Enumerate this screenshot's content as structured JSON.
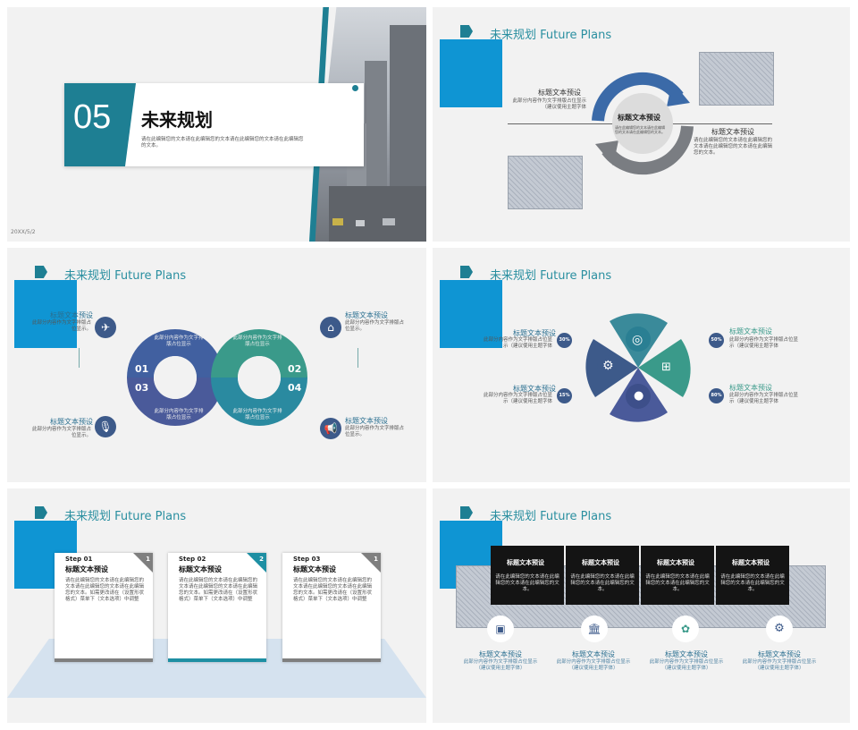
{
  "slide1": {
    "number": "05",
    "title": "未来规划",
    "body": "请在此编辑您的文本请在此编辑您的文本请在此编辑您的文本请在此编辑您的文本。",
    "date": "20XX/5/2"
  },
  "section_title": "未来规划 Future Plans",
  "slide2": {
    "center_title": "标题文本预设",
    "center_text": "请在此编辑您的文本请在此编辑您的文本请在此编辑您的文本。",
    "left_title": "标题文本预设",
    "left_text": "此部分内容作为文字排版占位显示（建议使用主题字体",
    "right_title": "标题文本预设",
    "right_text": "请在此编辑您的文本请在此编辑您的文本请在此编辑您的文本请在此编辑您的文本。"
  },
  "slide3": {
    "left_top_title": "标题文本预设",
    "left_top_text": "此部分内容作为文字排版占位显示。",
    "left_bottom_title": "标题文本预设",
    "left_bottom_text": "此部分内容作为文字排版占位显示。",
    "right_top_title": "标题文本预设",
    "right_top_text": "此部分内容作为文字排版占位显示。",
    "right_bottom_title": "标题文本预设",
    "right_bottom_text": "此部分内容作为文字排版占位显示。",
    "segments": [
      {
        "num": "01",
        "text": "此部分内容作为文字排版占位显示",
        "color": "#4160a0"
      },
      {
        "num": "02",
        "text": "此部分内容作为文字排版占位显示",
        "color": "#3a9a8a"
      },
      {
        "num": "03",
        "text": "此部分内容作为文字排版占位显示",
        "color": "#4a5a9a"
      },
      {
        "num": "04",
        "text": "此部分内容作为文字排版占位显示",
        "color": "#2a8aa0"
      }
    ]
  },
  "slide4": {
    "items": [
      {
        "title": "标题文本预设",
        "text": "此部分内容作为文字排版占位显示（建议使用主题字体",
        "pct": "30%"
      },
      {
        "title": "标题文本预设",
        "text": "此部分内容作为文字排版占位显示（建议使用主题字体",
        "pct": "15%"
      },
      {
        "title": "标题文本预设",
        "text": "此部分内容作为文字排版占位显示（建议使用主题字体",
        "pct": "50%"
      },
      {
        "title": "标题文本预设",
        "text": "此部分内容作为文字排版占位显示（建议使用主题字体",
        "pct": "80%"
      }
    ]
  },
  "slide5": {
    "steps": [
      {
        "step": "Step 01",
        "title": "标题文本预设",
        "num": "1",
        "text": "请在此编辑您的文本请在此编辑您的文本请在此编辑您的文本请在此编辑您的文本。如需更改请在（设置形状格式）菜单下（文本选项）中调整",
        "color": "#7f7f7f"
      },
      {
        "step": "Step 02",
        "title": "标题文本预设",
        "num": "2",
        "text": "请在此编辑您的文本请在此编辑您的文本请在此编辑您的文本请在此编辑您的文本。如需更改请在（设置形状格式）菜单下（文本选项）中调整",
        "color": "#1e8fa3"
      },
      {
        "step": "Step 03",
        "title": "标题文本预设",
        "num": "1",
        "text": "请在此编辑您的文本请在此编辑您的文本请在此编辑您的文本请在此编辑您的文本。如需更改请在（设置形状格式）菜单下（文本选项）中调整",
        "color": "#7f7f7f"
      }
    ]
  },
  "slide6": {
    "cards": [
      {
        "title": "标题文本预设",
        "text": "请在此编辑您的文本请在此编辑您的文本请在此编辑您的文本。"
      },
      {
        "title": "标题文本预设",
        "text": "请在此编辑您的文本请在此编辑您的文本请在此编辑您的文本。"
      },
      {
        "title": "标题文本预设",
        "text": "请在此编辑您的文本请在此编辑您的文本请在此编辑您的文本。"
      },
      {
        "title": "标题文本预设",
        "text": "请在此编辑您的文本请在此编辑您的文本请在此编辑您的文本。"
      }
    ],
    "items": [
      {
        "title": "标题文本预设",
        "text": "此部分内容作为文字排版占位显示（建议使用主题字体）",
        "icon": "presentation-icon"
      },
      {
        "title": "标题文本预设",
        "text": "此部分内容作为文字排版占位显示（建议使用主题字体）",
        "icon": "bank-icon"
      },
      {
        "title": "标题文本预设",
        "text": "此部分内容作为文字排版占位显示（建议使用主题字体）",
        "icon": "plant-icon"
      },
      {
        "title": "标题文本预设",
        "text": "此部分内容作为文字排版占位显示（建议使用主题字体）",
        "icon": "gear-icon"
      }
    ]
  },
  "colors": {
    "accent": "#1e8fa3",
    "blue": "#0f95d3",
    "navy": "#3d5a8a",
    "teal": "#3a9a8a"
  }
}
